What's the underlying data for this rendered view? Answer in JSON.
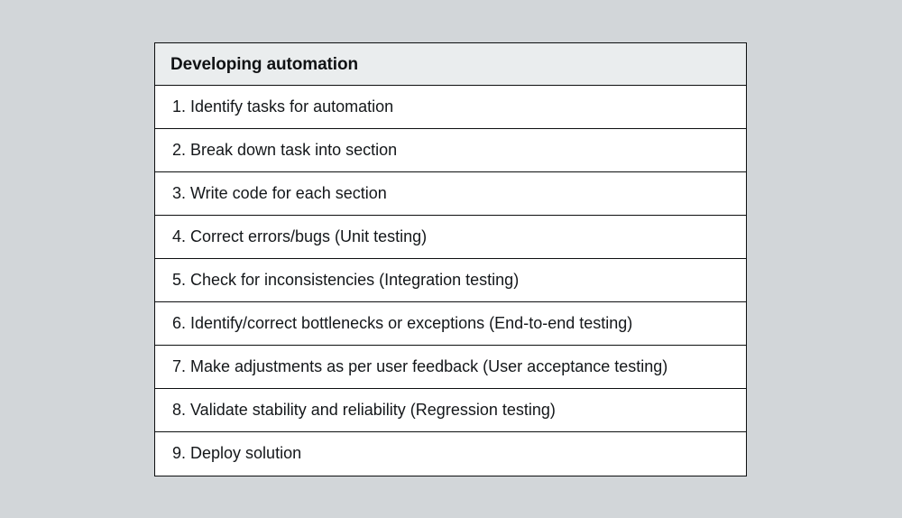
{
  "page": {
    "background_color": "#d2d6d9"
  },
  "table": {
    "border_color": "#0d0f10",
    "header_background": "#eaedee",
    "row_background": "#ffffff",
    "text_color": "#14171a",
    "header": {
      "title": "Developing automation"
    },
    "rows": [
      {
        "text": "1. Identify tasks for automation"
      },
      {
        "text": "2. Break down task into section"
      },
      {
        "text": "3. Write code for each section"
      },
      {
        "text": "4. Correct errors/bugs (Unit testing)"
      },
      {
        "text": "5. Check for inconsistencies (Integration testing)"
      },
      {
        "text": "6. Identify/correct bottlenecks or exceptions (End-to-end testing)"
      },
      {
        "text": "7. Make adjustments as per user feedback (User acceptance testing)"
      },
      {
        "text": "8. Validate stability and reliability (Regression testing)"
      },
      {
        "text": "9. Deploy solution"
      }
    ]
  }
}
